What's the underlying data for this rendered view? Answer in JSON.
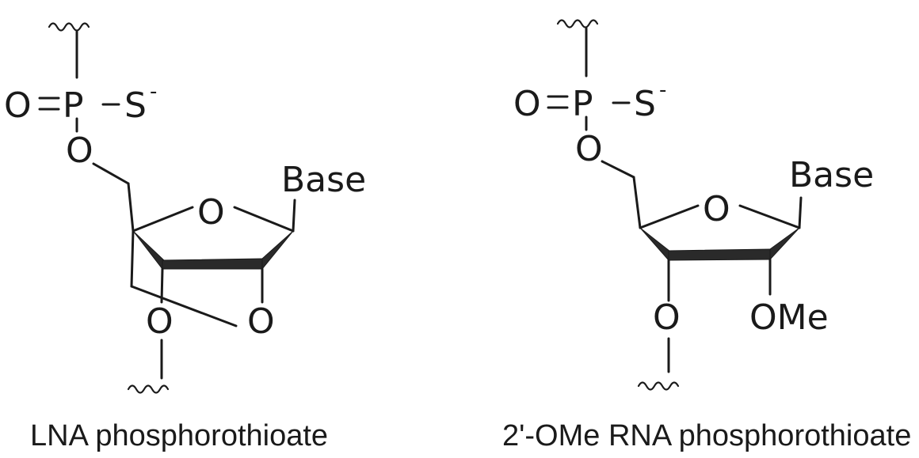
{
  "figure": {
    "structures": [
      {
        "id": "lna",
        "caption": "LNA phosphorothioate",
        "atoms": {
          "oxo": "O",
          "phosphorus": "P",
          "sulfur": "S",
          "sulfur_charge": "-",
          "o5": "O",
          "base": "Base",
          "ring_o": "O",
          "o3": "O",
          "o2": "O"
        }
      },
      {
        "id": "ome",
        "caption": "2'-OMe RNA phosphorothioate",
        "atoms": {
          "oxo": "O",
          "phosphorus": "P",
          "sulfur": "S",
          "sulfur_charge": "-",
          "o5": "O",
          "base": "Base",
          "ring_o": "O",
          "o3": "O",
          "ome": "OMe"
        }
      }
    ]
  }
}
